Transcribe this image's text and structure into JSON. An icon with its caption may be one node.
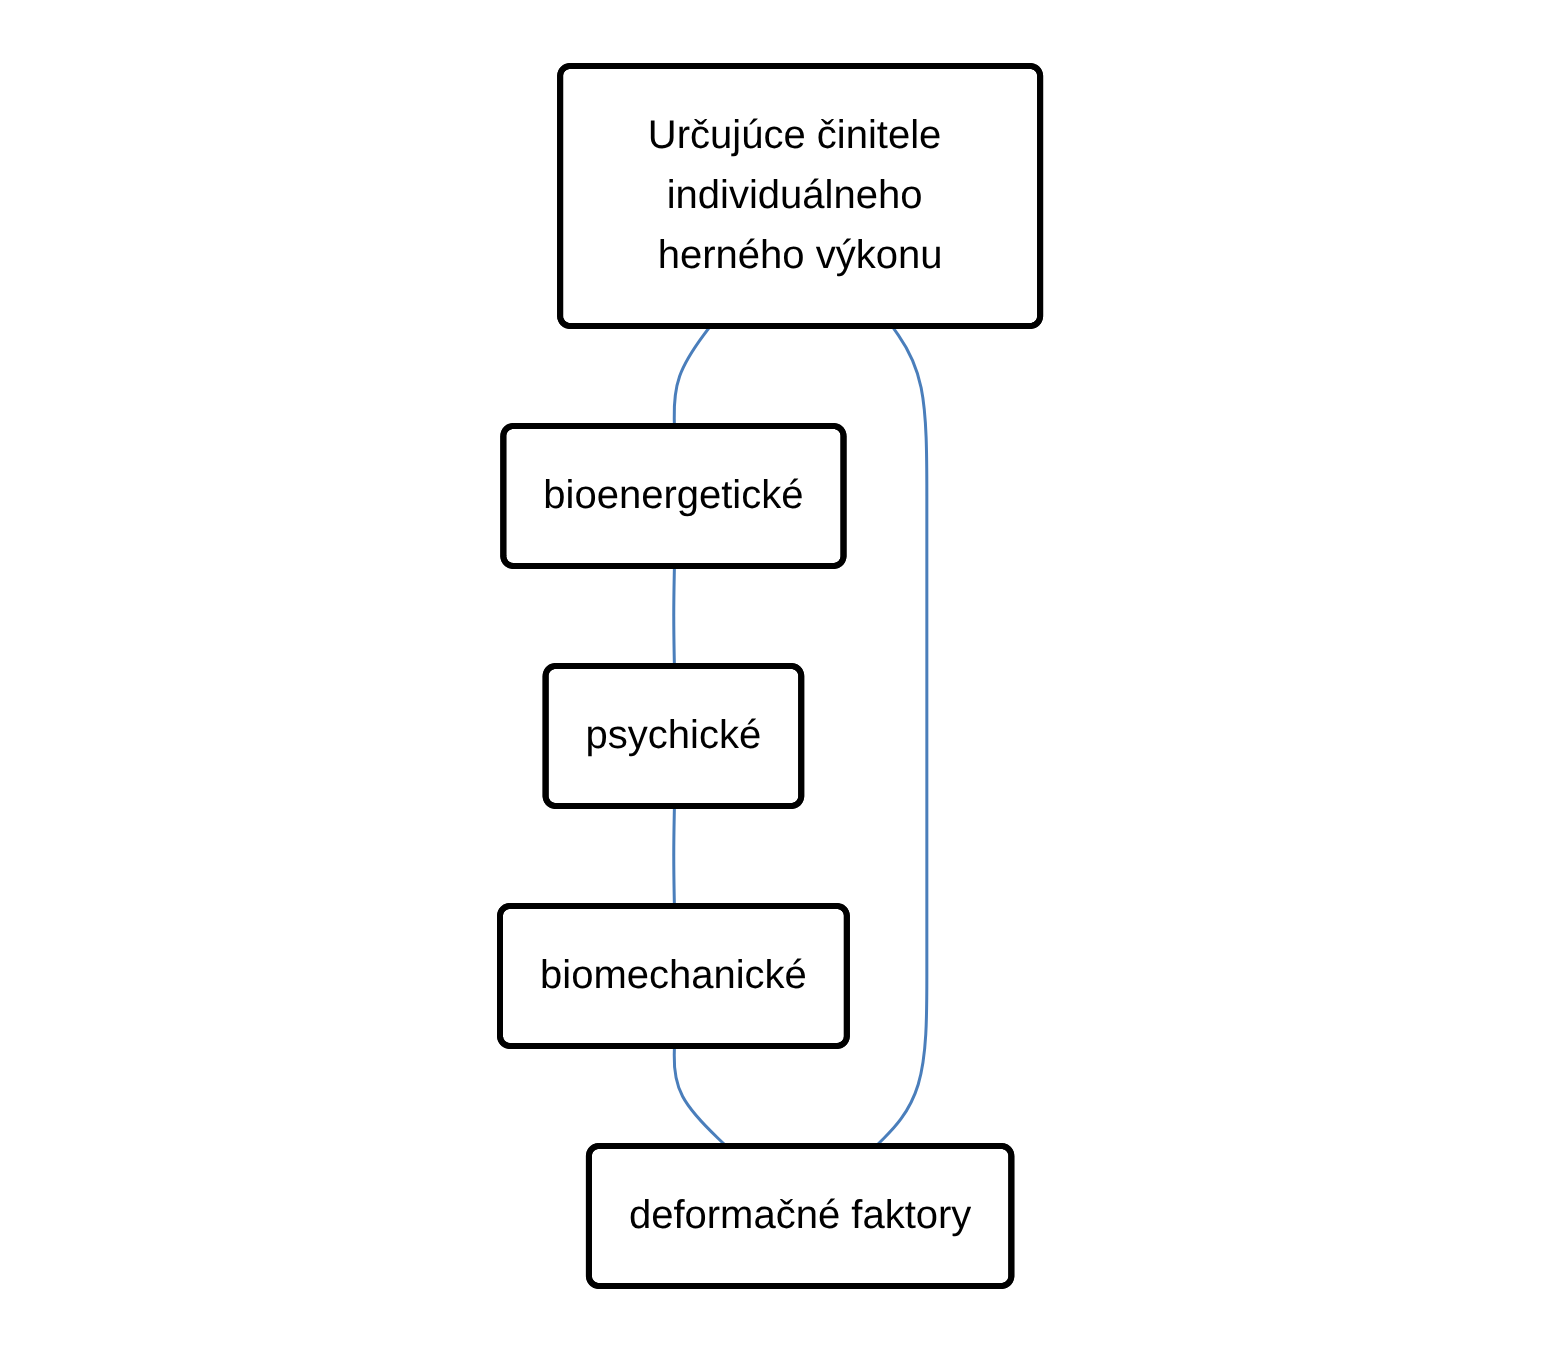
{
  "diagram": {
    "nodes": [
      {
        "text": [
          "Určujúce činitele individuálneho herného výkonu"
        ]
      },
      {
        "text": [
          "bioenergetické"
        ]
      },
      {
        "text": [
          "psychické"
        ]
      },
      {
        "text": [
          "biomechanické"
        ]
      },
      {
        "text": [
          "deformačné faktory"
        ]
      }
    ],
    "edges": [
      {
        "from": 0,
        "to": 1,
        "arrow": "none"
      },
      {
        "from": 1,
        "to": 2,
        "arrow": "none"
      },
      {
        "from": 2,
        "to": 3,
        "arrow": "none"
      },
      {
        "from": 3,
        "to": 4,
        "arrow": "none"
      },
      {
        "from": 4,
        "to": 0,
        "arrow": "none"
      }
    ]
  }
}
